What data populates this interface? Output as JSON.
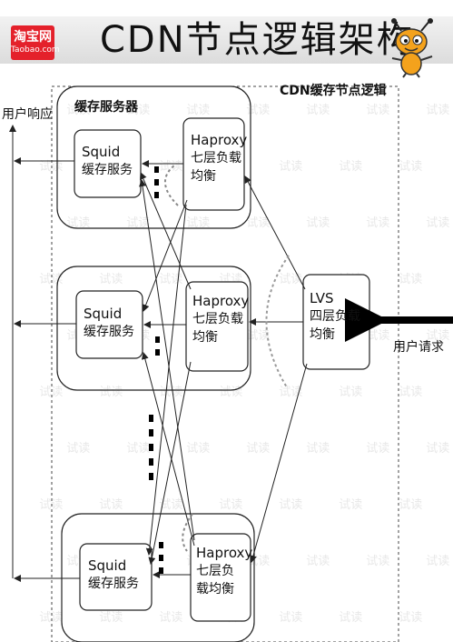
{
  "header": {
    "title": "CDN节点逻辑架构",
    "logo_line1": "淘宝网",
    "logo_line2": "Taobao.com"
  },
  "diagram": {
    "group_label": "CDN缓存节点逻辑",
    "cache_server_label": "缓存服务器",
    "user_response_label": "用户响应",
    "user_request_label": "用户请求",
    "squid": [
      {
        "name": "Squid",
        "desc": "缓存服务"
      },
      {
        "name": "Squid",
        "desc": "缓存服务"
      },
      {
        "name": "Squid",
        "desc": "缓存服务"
      }
    ],
    "haproxy": [
      {
        "name": "Haproxy",
        "desc_lines": [
          "七层负载",
          "均衡"
        ]
      },
      {
        "name": "Haproxy",
        "desc_lines": [
          "七层负载",
          "均衡"
        ]
      },
      {
        "name": "Haproxy",
        "desc_lines": [
          "七层负",
          "载均衡"
        ]
      }
    ],
    "lvs": {
      "name": "LVS",
      "desc_lines": [
        "四层负载",
        "均衡"
      ]
    }
  },
  "watermark": "试读",
  "colors": {
    "logo_red": "#e4212b",
    "mascot_orange": "#f4a21c",
    "line": "#222222"
  }
}
